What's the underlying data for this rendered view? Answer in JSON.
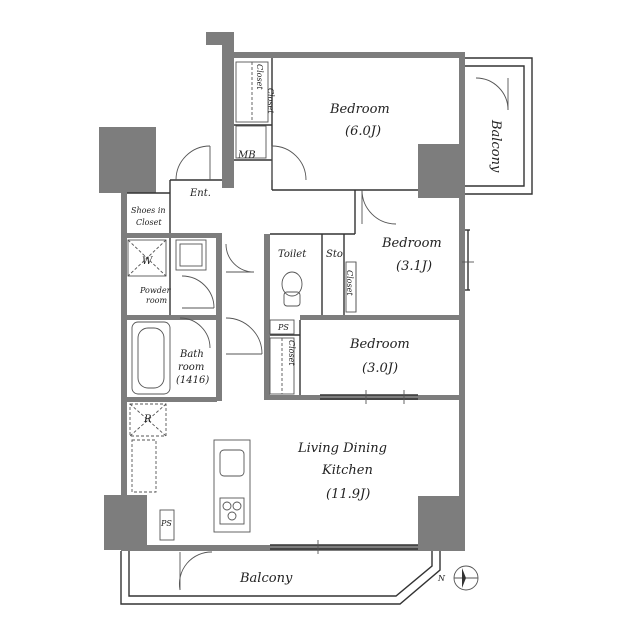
{
  "rooms": {
    "bedroom_top": {
      "name": "Bedroom",
      "size": "(6.0J)"
    },
    "bedroom_mid": {
      "name": "Bedroom",
      "size": "(3.1J)"
    },
    "bedroom_low": {
      "name": "Bedroom",
      "size": "(3.0J)"
    },
    "ldk": {
      "name1": "Living Dining",
      "name2": "Kitchen",
      "size": "(11.9J)"
    },
    "bath": {
      "name1": "Bath",
      "name2": "room",
      "size": "(1416)"
    },
    "powder": {
      "name1": "Powder",
      "name2": "room"
    },
    "shoes": {
      "name1": "Shoes in",
      "name2": "Closet"
    },
    "toilet": "Toilet",
    "sto": "Sto",
    "entrance": "Ent.",
    "mb": "MB",
    "washer": "W",
    "fridge": "R"
  },
  "labels": {
    "balcony_bottom": "Balcony",
    "balcony_right": "Balcony",
    "closet": "Closet",
    "ps": "PS"
  },
  "compass": {
    "north": "N"
  }
}
